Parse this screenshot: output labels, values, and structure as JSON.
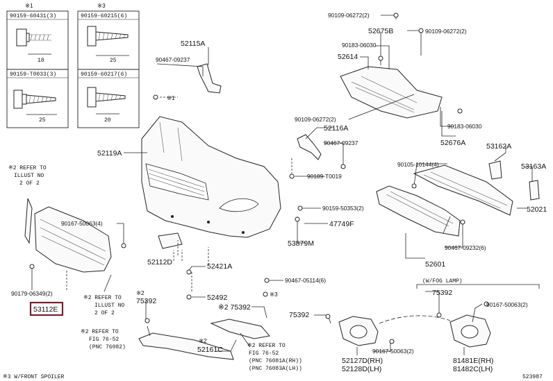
{
  "boxes": {
    "b1": {
      "note": "※1",
      "top_part": "90159-60431(3)",
      "top_dim": "18",
      "bottom_part": "90159-T0033(3)",
      "bottom_dim": "25"
    },
    "b2": {
      "note": "※3",
      "top_part": "90159-60215(6)",
      "top_dim": "25",
      "bottom_part": "90159-60217(6)",
      "bottom_dim": "20"
    }
  },
  "labels": {
    "p52115A": "52115A",
    "p90467_09237_a": "90467-09237",
    "note1": "※1",
    "p52119A": "52119A",
    "p90109_06272_a": "90109-06272(2)",
    "p52675B": "52675B",
    "p90109_06272_b": "90109-06272(2)",
    "p90183_06030_a": "90183-06030",
    "p52614": "52614",
    "p90109_06272_c": "90109-06272(2)",
    "p52116A": "52116A",
    "p90467_09237_b": "90467-09237",
    "p90183_06030_b": "90183-06030",
    "p52676A": "52676A",
    "p90189_T0019": "90189-T0019",
    "p53162A": "53162A",
    "p90105_10144": "90105-10144(4)",
    "p53163A": "53163A",
    "p52021": "52021",
    "p90159_50353": "90159-50353(2)",
    "p47749F": "47749F",
    "p53879M": "53879M",
    "p90467_09232": "90467-09232(6)",
    "p52601": "52601",
    "p90167_50063_a": "90167-50063(4)",
    "p52112D": "52112D",
    "p52421A": "52421A",
    "p90467_05114": "90467-05114(6)",
    "note3_a": "※3",
    "p52492": "52492",
    "p90179_06349": "90179-06349(2)",
    "p53112E": "53112E",
    "note2_refer1": [
      "※2 REFER TO",
      "ILLUST NO",
      "2 OF 2"
    ],
    "note2_refer2": [
      "※2 REFER TO",
      "ILLUST NO",
      "2 OF 2"
    ],
    "note2_refer3": [
      "※2 REFER TO",
      "FIG 76-52",
      "(PNC 76082)"
    ],
    "note2_refer4": [
      "※2 REFER TO",
      "FIG 76-52",
      "(PNC 76081A(RH))",
      "(PNC 76083A(LH))"
    ],
    "p75392_a": "75392",
    "note2_a": "※2",
    "p75392_b": "※2 75392",
    "p52161C": "52161C",
    "note2_b": "※2",
    "p75392_c": "75392",
    "p75392_d": "75392",
    "fog_header": "(W/FOG LAMP)",
    "p90167_50063_b": "90167-50063(2)",
    "p52127D": "52127D(RH)",
    "p52128D": "52128D(LH)",
    "p90167_50063_c": "90167-50063(2)",
    "p81481E": "81481E(RH)",
    "p81482C": "81482C(LH)",
    "footer_note": "※3 W/FRONT SPOILER",
    "diagram_id": "523987"
  },
  "highlight": {
    "part": "53112E",
    "color": "#7a1c2e"
  }
}
